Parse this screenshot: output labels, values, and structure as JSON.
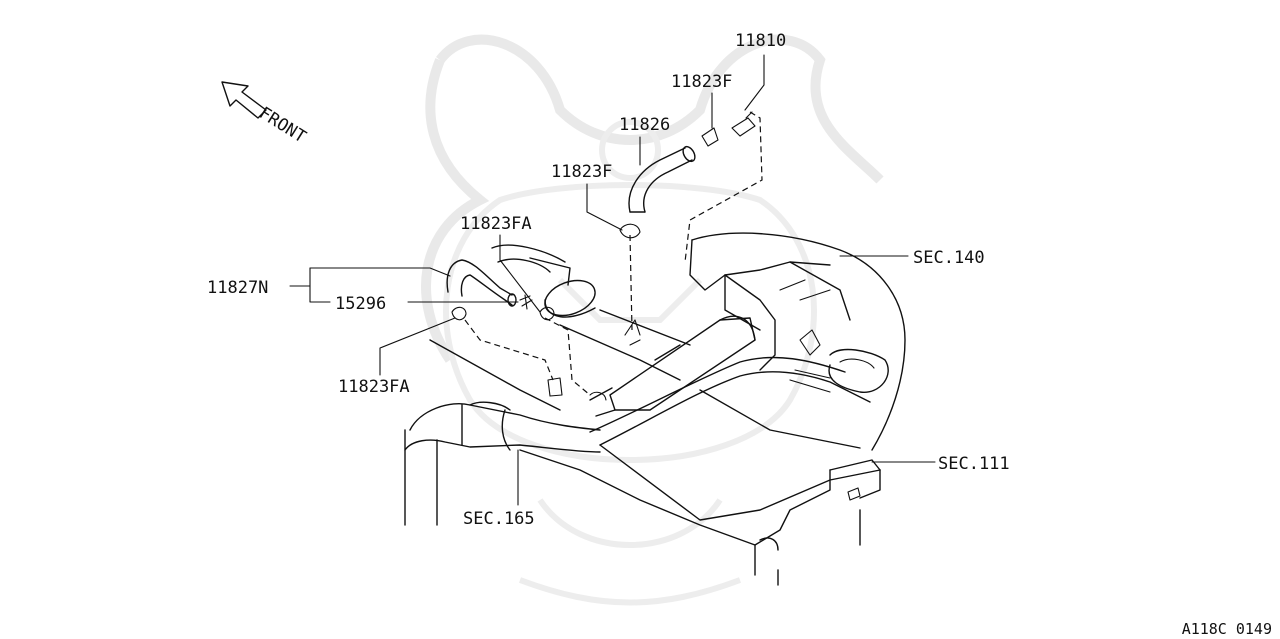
{
  "diagram": {
    "front_label": "FRONT",
    "parts": {
      "p11810": "11810",
      "p11823F_top": "11823F",
      "p11826": "11826",
      "p11823F_mid": "11823F",
      "p11823FA_top": "11823FA",
      "p11827N": "11827N",
      "p15296": "15296",
      "p11823FA_bottom": "11823FA"
    },
    "sections": {
      "sec140": "SEC.140",
      "sec111": "SEC.111",
      "sec165": "SEC.165"
    },
    "ref_code": "A118C 0149"
  }
}
